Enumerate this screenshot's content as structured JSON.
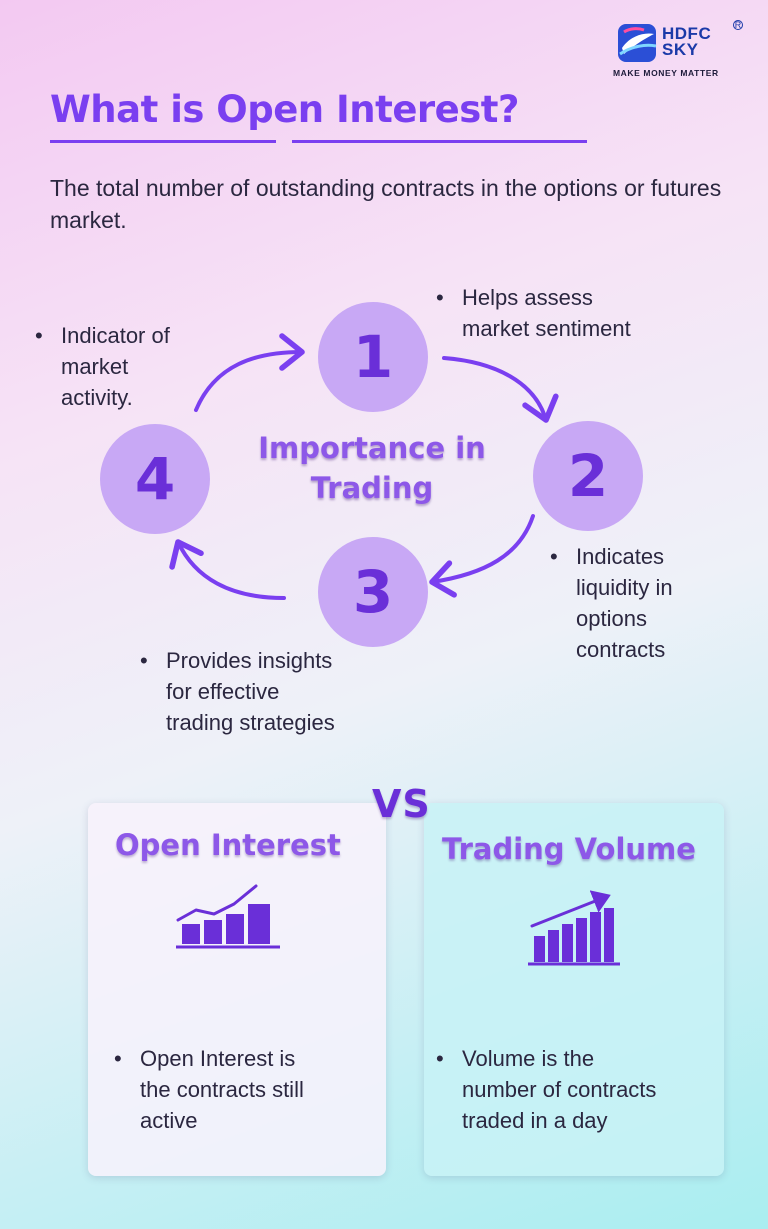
{
  "brand": {
    "name_line1": "HDFC",
    "name_line2": "SKY",
    "registered": "R",
    "tagline": "MAKE MONEY MATTER"
  },
  "title": "What is Open Interest?",
  "subtitle": "The total number of outstanding contracts in the options or futures market.",
  "cycle": {
    "center_label_line1": "Importance in",
    "center_label_line2": "Trading",
    "steps": [
      {
        "number": "1",
        "text_lines": [
          "Helps assess",
          "market sentiment"
        ]
      },
      {
        "number": "2",
        "text_lines": [
          "Indicates",
          "liquidity in",
          "options",
          "contracts"
        ]
      },
      {
        "number": "3",
        "text_lines": [
          "Provides insights",
          "for effective",
          "trading strategies"
        ]
      },
      {
        "number": "4",
        "text_lines": [
          "Indicator of",
          "market",
          "activity."
        ]
      }
    ]
  },
  "comparison": {
    "vs_label": "VS",
    "left": {
      "title": "Open Interest",
      "icon": "bar-chart-trend-icon",
      "text_lines": [
        "Open Interest is",
        "the contracts still",
        "active"
      ]
    },
    "right": {
      "title": "Trading Volume",
      "icon": "bar-chart-growth-icon",
      "text_lines": [
        "Volume is the",
        "number of contracts",
        "traded in a day"
      ]
    }
  },
  "colors": {
    "accent": "#7a3ff0",
    "accent_dark": "#6a2fd8",
    "circle_fill": "#c8a8f5",
    "brand_blue": "#1b3aa8"
  }
}
